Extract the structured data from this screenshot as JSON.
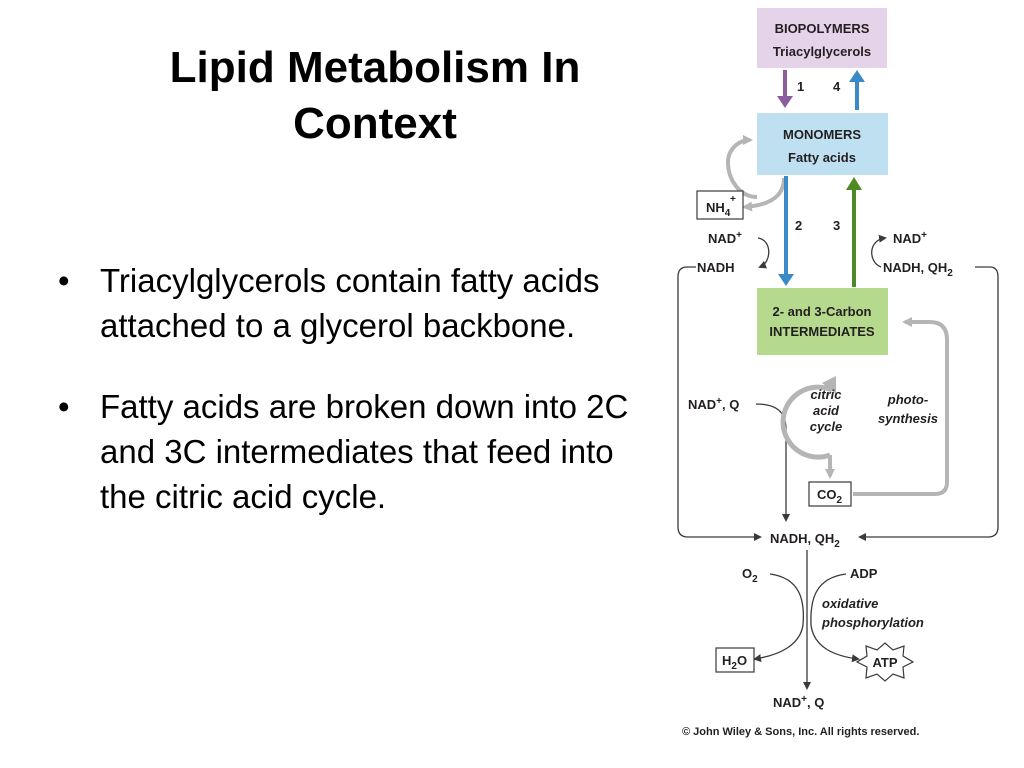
{
  "slide": {
    "title_line1": "Lipid Metabolism In",
    "title_line2": "Context",
    "bullet_symbol": "•",
    "bullets": [
      "Triacylglycerols contain fatty acids attached to a glycerol backbone.",
      "Fatty acids are broken down into 2C and 3C intermediates that feed into the citric acid cycle."
    ]
  },
  "diagram": {
    "biopolymers_title": "BIOPOLYMERS",
    "biopolymers_sub": "Triacylglycerols",
    "monomers_title": "MONOMERS",
    "monomers_sub": "Fatty acids",
    "intermediates_line1": "2- and 3-Carbon",
    "intermediates_line2": "INTERMEDIATES",
    "step1": "1",
    "step2": "2",
    "step3": "3",
    "step4": "4",
    "nh4": "NH",
    "nh4_sub": "4",
    "nh4_sup": "+",
    "nad_left": "NAD",
    "nad_left_sup": "+",
    "nadh_left": "NADH",
    "nad_right": "NAD",
    "nad_right_sup": "+",
    "nadh_qh2_right": "NADH, QH",
    "nadh_qh2_right_sub": "2",
    "nad_q_left": "NAD",
    "nad_q_left_sup": "+",
    "nad_q_left_tail": ", Q",
    "citric_1": "citric",
    "citric_2": "acid",
    "citric_3": "cycle",
    "photo_1": "photo-",
    "photo_2": "synthesis",
    "co2": "CO",
    "co2_sub": "2",
    "nadh_qh2_center": "NADH, QH",
    "nadh_qh2_center_sub": "2",
    "o2": "O",
    "o2_sub": "2",
    "adp": "ADP",
    "oxidative_1": "oxidative",
    "oxidative_2": "phosphorylation",
    "h2o_h": "H",
    "h2o_sub": "2",
    "h2o_o": "O",
    "atp": "ATP",
    "nad_q_bottom": "NAD",
    "nad_q_bottom_sup": "+",
    "nad_q_bottom_tail": ", Q",
    "copyright": "© John Wiley & Sons, Inc. All rights reserved.",
    "colors": {
      "biopolymers_fill": "#e5d3ea",
      "monomers_fill": "#bfe0f1",
      "intermediates_fill": "#b5d98d",
      "purple_arrow": "#8c5d9e",
      "blue_arrow": "#3b8ac8",
      "green_arrow": "#4f8a24",
      "gray_arrow": "#b5b5b5",
      "dark_line": "#3a3a3a"
    }
  }
}
